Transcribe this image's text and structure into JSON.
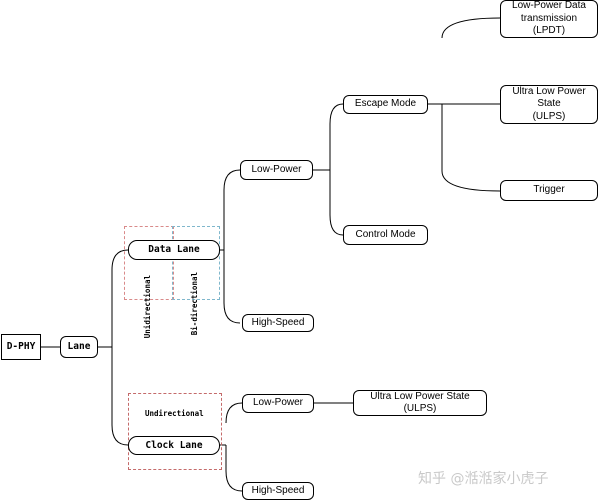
{
  "nodes": {
    "dphy": "D-PHY",
    "lane": "Lane",
    "data_lane": "Data Lane",
    "clock_lane": "Clock Lane",
    "low_power": "Low-Power",
    "high_speed": "High-Speed",
    "escape_mode": "Escape Mode",
    "control_mode": "Control Mode",
    "lpdt": "Low-Power Data\ntransmission\n(LPDT)",
    "ulps": "Ultra Low Power\nState\n(ULPS)",
    "trigger": "Trigger",
    "clock_low_power": "Low-Power",
    "clock_ulps": "Ultra Low Power State\n(ULPS)",
    "clock_high_speed": "High-Speed"
  },
  "annotations": {
    "data_unidirectional": "Unidirectional",
    "data_bidirectional": "Bi-directional",
    "clock_unidirectional": "Undirectional"
  },
  "colors": {
    "unidirectional_box": "#d98a8a",
    "bidirectional_box": "#7fb7cc",
    "clock_box": "#c46a6a"
  },
  "watermark": "知乎 @湉湉家小虎子"
}
